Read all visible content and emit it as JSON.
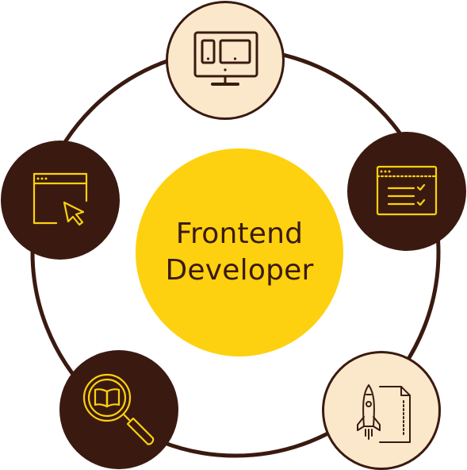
{
  "center": {
    "line1": "Frontend",
    "line2": "Developer"
  },
  "colors": {
    "ring": "#3a1a10",
    "dark_node": "#3a1a10",
    "light_node": "#fbe8cb",
    "center_fill": "#fdd10f",
    "icon_on_dark": "#fdd10f",
    "icon_on_light": "#3a1a10"
  },
  "nodes": [
    {
      "icon": "responsive-devices-icon",
      "style": "light"
    },
    {
      "icon": "browser-checklist-icon",
      "style": "dark"
    },
    {
      "icon": "rocket-document-icon",
      "style": "light"
    },
    {
      "icon": "magnifier-book-icon",
      "style": "dark"
    },
    {
      "icon": "browser-cursor-icon",
      "style": "dark"
    }
  ]
}
